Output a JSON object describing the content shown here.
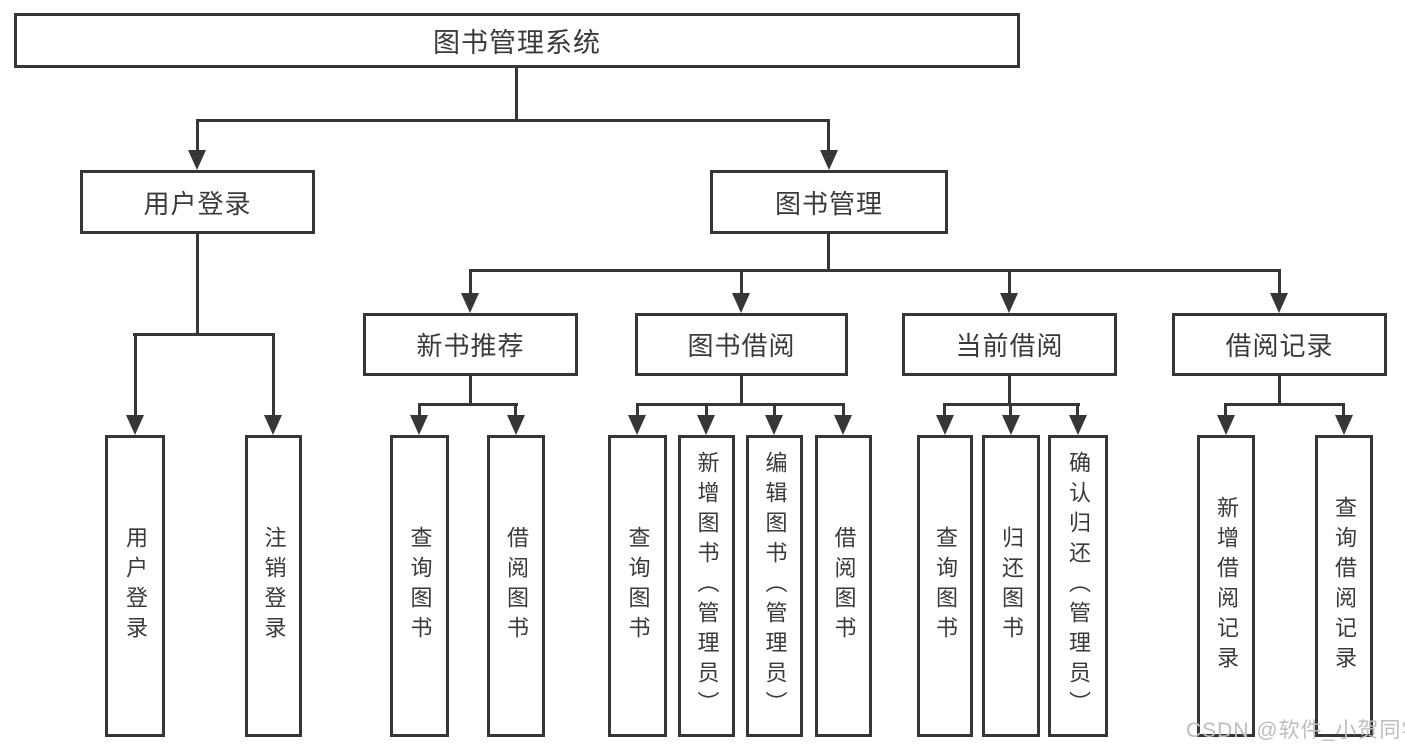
{
  "tree": {
    "root": "图书管理系统",
    "children": [
      {
        "label": "用户登录",
        "children": [
          "用户登录",
          "注销登录"
        ]
      },
      {
        "label": "图书管理",
        "children": [
          {
            "label": "新书推荐",
            "children": [
              "查询图书",
              "借阅图书"
            ]
          },
          {
            "label": "图书借阅",
            "children": [
              "查询图书",
              "新增图书（管理员）",
              "编辑图书（管理员）",
              "借阅图书"
            ]
          },
          {
            "label": "当前借阅",
            "children": [
              "查询图书",
              "归还图书",
              "确认归还（管理员）"
            ]
          },
          {
            "label": "借阅记录",
            "children": [
              "新增借阅记录",
              "查询借阅记录"
            ]
          }
        ]
      }
    ]
  },
  "watermark": "CSDN @软件_小贺同学",
  "colors": {
    "line": "#363636",
    "text": "#3a3a3a",
    "background": "#ffffff",
    "watermark": "#bdbdbd"
  }
}
